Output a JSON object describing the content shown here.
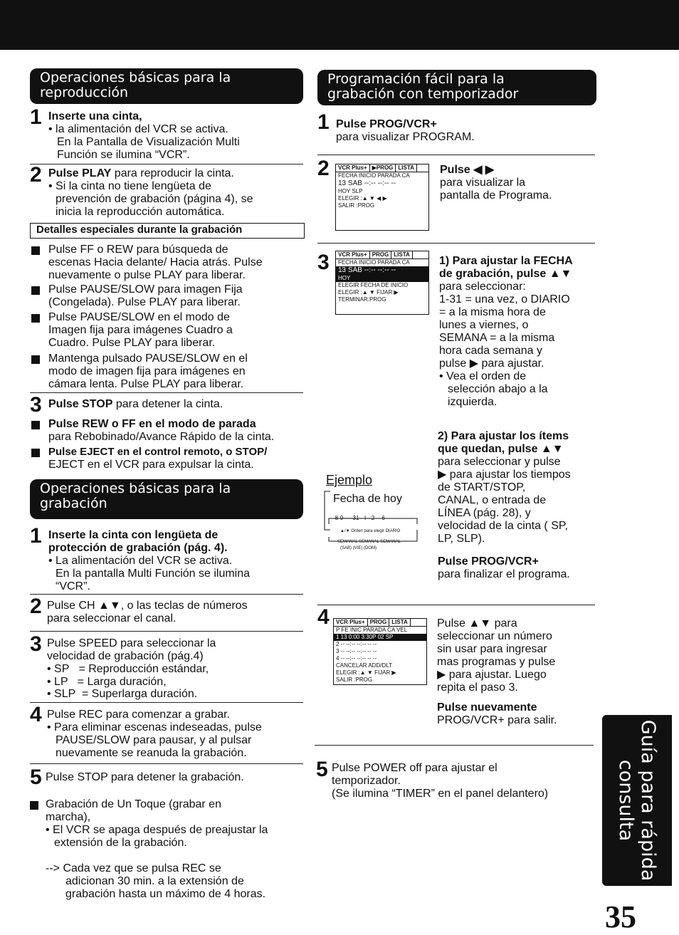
{
  "left": {
    "header1": [
      "Operaciones básicas para la",
      "reproducción"
    ],
    "s1": {
      "num": "1",
      "title": "Inserte una cinta,",
      "lines": [
        "• la alimentación del VCR se activa.",
        "En la Pantalla de Visualización Multi",
        "Función se ilumina “VCR”."
      ]
    },
    "s2": {
      "num": "2",
      "lead": "Pulse PLAY",
      "rest": " para reproducir la cinta.",
      "lines": [
        "• Si la cinta no tiene lengüeta de",
        "prevención de grabación (página 4), se",
        "inicia la reproducción automática."
      ]
    },
    "box_label": "Detalles especiales durante la grabación",
    "bullets": [
      [
        "Pulse FF o REW para búsqueda de",
        "escenas Hacia delante/ Hacia atrás. Pulse",
        "nuevamente o pulse PLAY para liberar."
      ],
      [
        "Pulse PAUSE/SLOW para imagen Fija",
        "(Congelada). Pulse PLAY para liberar."
      ],
      [
        "Pulse PAUSE/SLOW en el modo de",
        "Imagen fija para imágenes Cuadro a",
        "Cuadro. Pulse PLAY para liberar."
      ],
      [
        "Mantenga pulsado PAUSE/SLOW en el",
        "modo de imagen fija para imágenes en",
        "cámara lenta. Pulse PLAY para liberar."
      ]
    ],
    "s3": {
      "num": "3",
      "lead": "Pulse STOP",
      "rest": " para detener la cinta."
    },
    "bullets2": [
      [
        "Pulse REW o FF en el modo de parada",
        "para Rebobinado/Avance Rápido de la cinta."
      ],
      [
        "Pulse EJECT en el control remoto, o STOP/",
        "EJECT en el VCR para expulsar la cinta."
      ]
    ],
    "header2": [
      "Operaciones básicas para la",
      "grabación"
    ],
    "r1": {
      "num": "1",
      "title": [
        "Inserte la cinta con lengüeta de",
        "protección de grabación (pág. 4)."
      ],
      "lines": [
        "• La alimentación del VCR se activa.",
        "En la pantalla Multi Función se ilumina",
        "“VCR”."
      ]
    },
    "r2": {
      "num": "2",
      "lines": [
        "Pulse CH ▲▼, o las teclas de números",
        "para seleccionar el canal."
      ]
    },
    "r3": {
      "num": "3",
      "lines": [
        "Pulse SPEED para seleccionar la",
        "velocidad de grabación (pág.4)",
        "• SP   = Reproducción estándar,",
        "• LP   = Larga duración,",
        "• SLP  = Superlarga duración."
      ]
    },
    "r4": {
      "num": "4",
      "lines": [
        "Pulse REC para comenzar a grabar.",
        "• Para eliminar escenas indeseadas, pulse",
        "PAUSE/SLOW para pausar, y al pulsar",
        "nuevamente se reanuda la grabación."
      ]
    },
    "r5": {
      "num": "5",
      "lines": [
        "Pulse STOP para detener la grabación."
      ]
    },
    "otr": [
      "Grabación de Un Toque (grabar en",
      "marcha),",
      "• El VCR se apaga después de preajustar la",
      "extensión de la grabación."
    ],
    "note": [
      "--> Cada vez que se pulsa REC se",
      "adicionan 30 min. a la extensión de",
      "grabación hasta un máximo de 4 horas."
    ]
  },
  "right": {
    "header": [
      "Programación fácil para la",
      "grabación con temporizador"
    ],
    "p1": {
      "num": "1",
      "lines": [
        "Pulse PROG/VCR+",
        "para visualizar PROGRAM."
      ]
    },
    "p2": {
      "num": "2",
      "lines": [
        "Pulse ◀ ▶",
        "para visualizar la",
        "pantalla de Programa."
      ]
    },
    "p3": {
      "num": "3",
      "lines": [
        "1) Para ajustar la FECHA",
        "de grabación, pulse ▲▼",
        "para seleccionar:",
        "1-31 = una vez, o DIARIO",
        "= a la misma hora de",
        "lunes a viernes, o",
        "SEMANA = a la misma",
        "hora cada semana y",
        "pulse ▶ para ajustar.",
        "• Vea el orden de",
        "selección abajo a la",
        "izquierda."
      ]
    },
    "p3b": [
      "2) Para ajustar los ítems",
      "que quedan, pulse ▲▼",
      "para seleccionar y pulse",
      "▶ para ajustar los tiempos",
      "de START/STOP,",
      "CANAL, o entrada de",
      "LÍNEA (pág. 28), y",
      "velocidad de la cinta ( SP,",
      "LP, SLP)."
    ],
    "p3c": [
      "Pulse PROG/VCR+",
      "para finalizar el programa."
    ],
    "ejemplo": "Ejemplo",
    "fecha": "Fecha de hoy",
    "p4": {
      "num": "4",
      "lines": [
        "Pulse ▲▼ para",
        "seleccionar un número",
        "sin usar para ingresar",
        "mas programas y pulse",
        "▶ para ajustar. Luego",
        "repita el paso 3."
      ]
    },
    "p4b": [
      "Pulse nuevamente",
      "PROG/VCR+ para salir."
    ],
    "p5": {
      "num": "5",
      "lines": [
        "Pulse POWER off para ajustar el",
        "temporizador.",
        "(Se ilumina “TIMER” en el panel delantero)"
      ]
    }
  },
  "screens": {
    "s2": {
      "tabs": [
        "VCR Plus+",
        "▶PROG",
        "LISTA"
      ],
      "rows": [
        "FECHA  INICIO PARADA  CA",
        "13 SAB --:-- --:-- --",
        "HOY                SLP",
        "",
        "ELEGIR :▲ ▼ ◀ ▶",
        "SALIR  :PROG"
      ]
    },
    "s3": {
      "tabs": [
        "VCR Plus+",
        "PROG",
        "LISTA"
      ],
      "rows": [
        "FECHA  INICIO PARADA  CA",
        "13 SAB --:-- --:-- --",
        "HOY",
        "",
        "ELEGIR FECHA DE INICIO",
        "ELEGIR :▲ ▼   FIJAR:▶",
        "TERMINAR:PROG"
      ]
    },
    "s4": {
      "tabs": [
        "VCR Plus+",
        "PROG",
        "LISTA"
      ],
      "rows": [
        "P FE  INIC PARADA CA VEL",
        "1 13  0:00 3:30P 02 SP",
        "2 -- --:-- --:-- -- --",
        "3 -- --:-- --:-- -- --",
        "4 -- --:-- --:-- -- --",
        "CANCELAR ADD/DLT",
        "ELEGIR :▲ ▼   FIJAR:▶",
        "SALIR  :PROG"
      ]
    },
    "example": [
      "-8-9·····31-- I --2--- 6--",
      "▲/▼ Orden para elegir    DIARIO",
      "SEMANAL  SEMANAL  SEMANAL",
      "(SAB)     (VIE)     (DOM)"
    ]
  },
  "side_tab": [
    "Guía para rápida",
    "consulta"
  ],
  "page_number": "35"
}
